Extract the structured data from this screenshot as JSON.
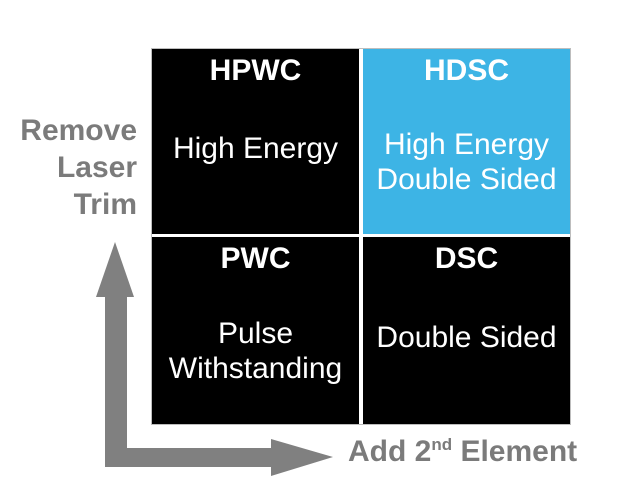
{
  "colors": {
    "quadrant_black": "#000000",
    "quadrant_blue": "#3DB4E5",
    "quadrant_text": "#FFFFFF",
    "axis_gray": "#808080",
    "label_gray": "#7B7B7B"
  },
  "matrix": {
    "quadrants": [
      {
        "id": "hpwc",
        "code": "HPWC",
        "lines": [
          "High Energy"
        ],
        "bg": "#000000"
      },
      {
        "id": "hdsc",
        "code": "HDSC",
        "lines": [
          "High Energy",
          "Double Sided"
        ],
        "bg": "#3DB4E5"
      },
      {
        "id": "pwc",
        "code": "PWC",
        "lines": [
          "Pulse",
          "Withstanding"
        ],
        "bg": "#000000"
      },
      {
        "id": "dsc",
        "code": "DSC",
        "lines": [
          "Double Sided"
        ],
        "bg": "#000000"
      }
    ]
  },
  "y_axis": {
    "lines": [
      "Remove",
      "Laser",
      "Trim"
    ],
    "color": "#7B7B7B"
  },
  "x_axis": {
    "prefix": "Add 2",
    "superscript": "nd",
    "suffix": " Element",
    "color": "#7B7B7B"
  }
}
